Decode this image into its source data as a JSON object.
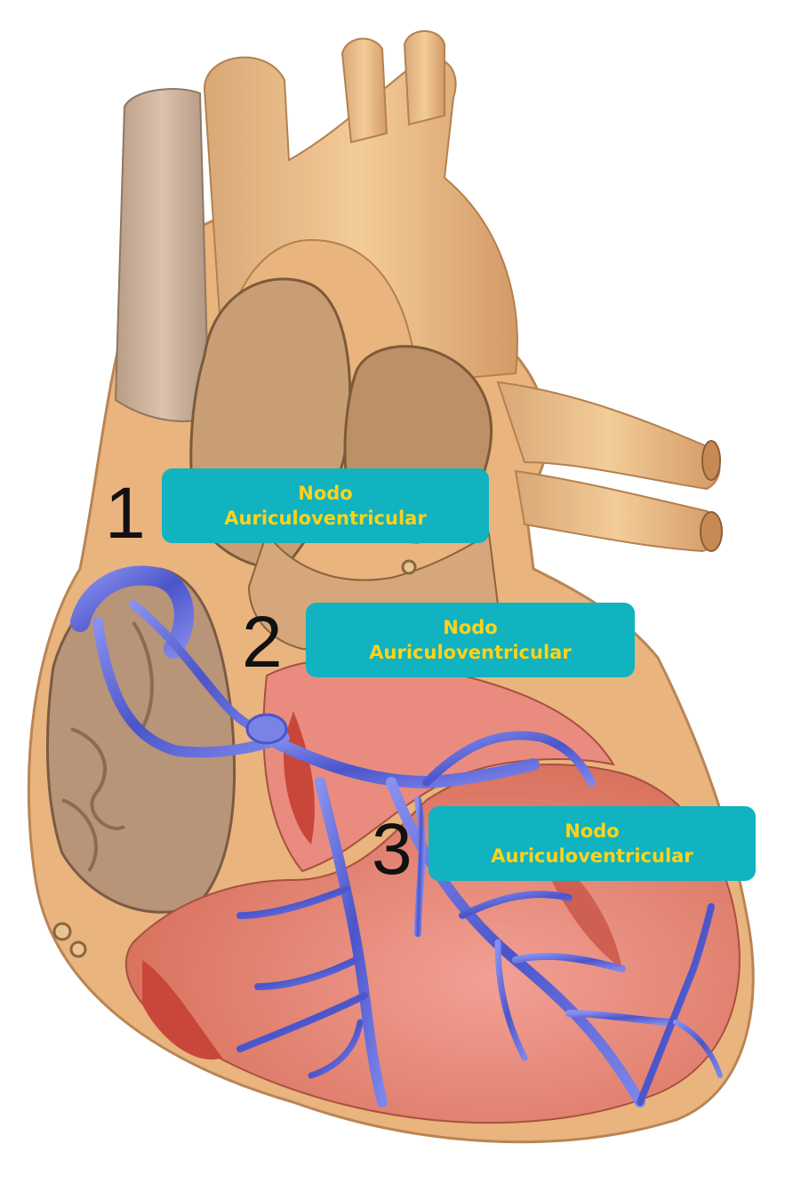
{
  "markers": [
    {
      "number": "1",
      "label_line1": "Nodo",
      "label_line2": "Auriculoventricular"
    },
    {
      "number": "2",
      "label_line1": "Nodo",
      "label_line2": "Auriculoventricular"
    },
    {
      "number": "3",
      "label_line1": "Nodo",
      "label_line2": "Auriculoventricular"
    }
  ],
  "colors": {
    "label_background": "#10b3bf",
    "label_text": "#ffd21a",
    "conduction_system": "#5a66d6",
    "heart_tissue": "#e8b27a",
    "ventricle_muscle": "#e58a80"
  }
}
